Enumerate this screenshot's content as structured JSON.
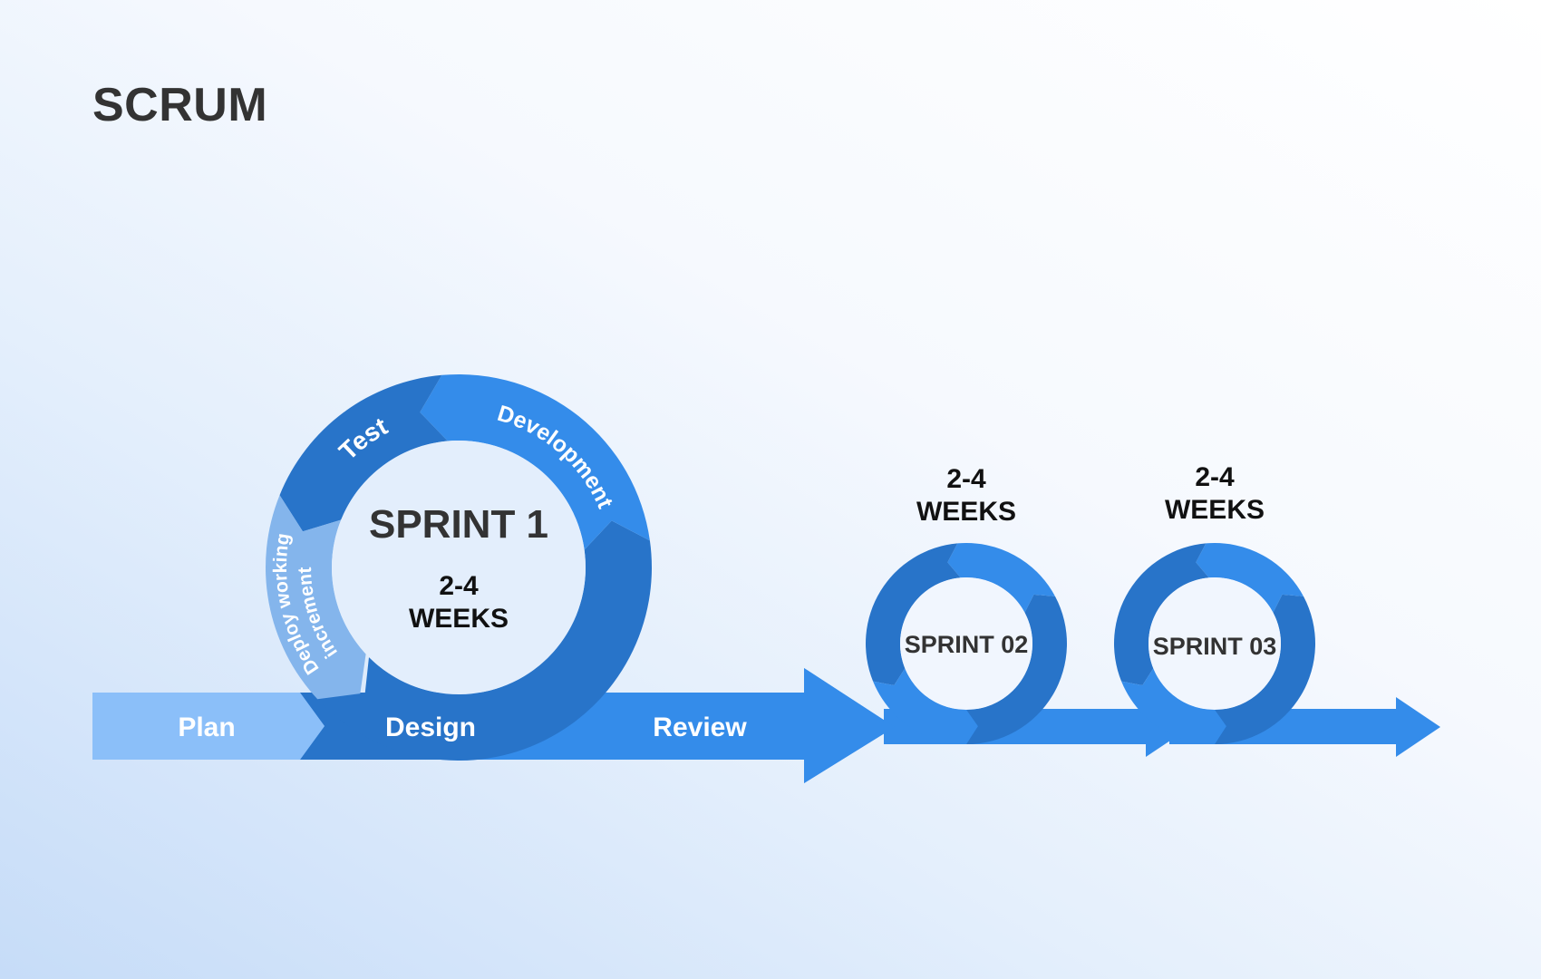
{
  "title": "SCRUM",
  "colors": {
    "dark": "#2874c9",
    "mid": "#348cea",
    "light": "#8bbff9",
    "deploy": "#84b5ec",
    "inner": "#e3eefc"
  },
  "band": {
    "plan": "Plan",
    "design": "Design",
    "review": "Review"
  },
  "sprint1": {
    "name": "SPRINT 1",
    "duration_line1": "2-4",
    "duration_line2": "WEEKS",
    "phases": {
      "test": "Test",
      "development": "Development",
      "deploy_line1": "Deploy working",
      "deploy_line2": "increment"
    }
  },
  "sprint2": {
    "name": "SPRINT 02",
    "duration_line1": "2-4",
    "duration_line2": "WEEKS"
  },
  "sprint3": {
    "name": "SPRINT 03",
    "duration_line1": "2-4",
    "duration_line2": "WEEKS"
  }
}
